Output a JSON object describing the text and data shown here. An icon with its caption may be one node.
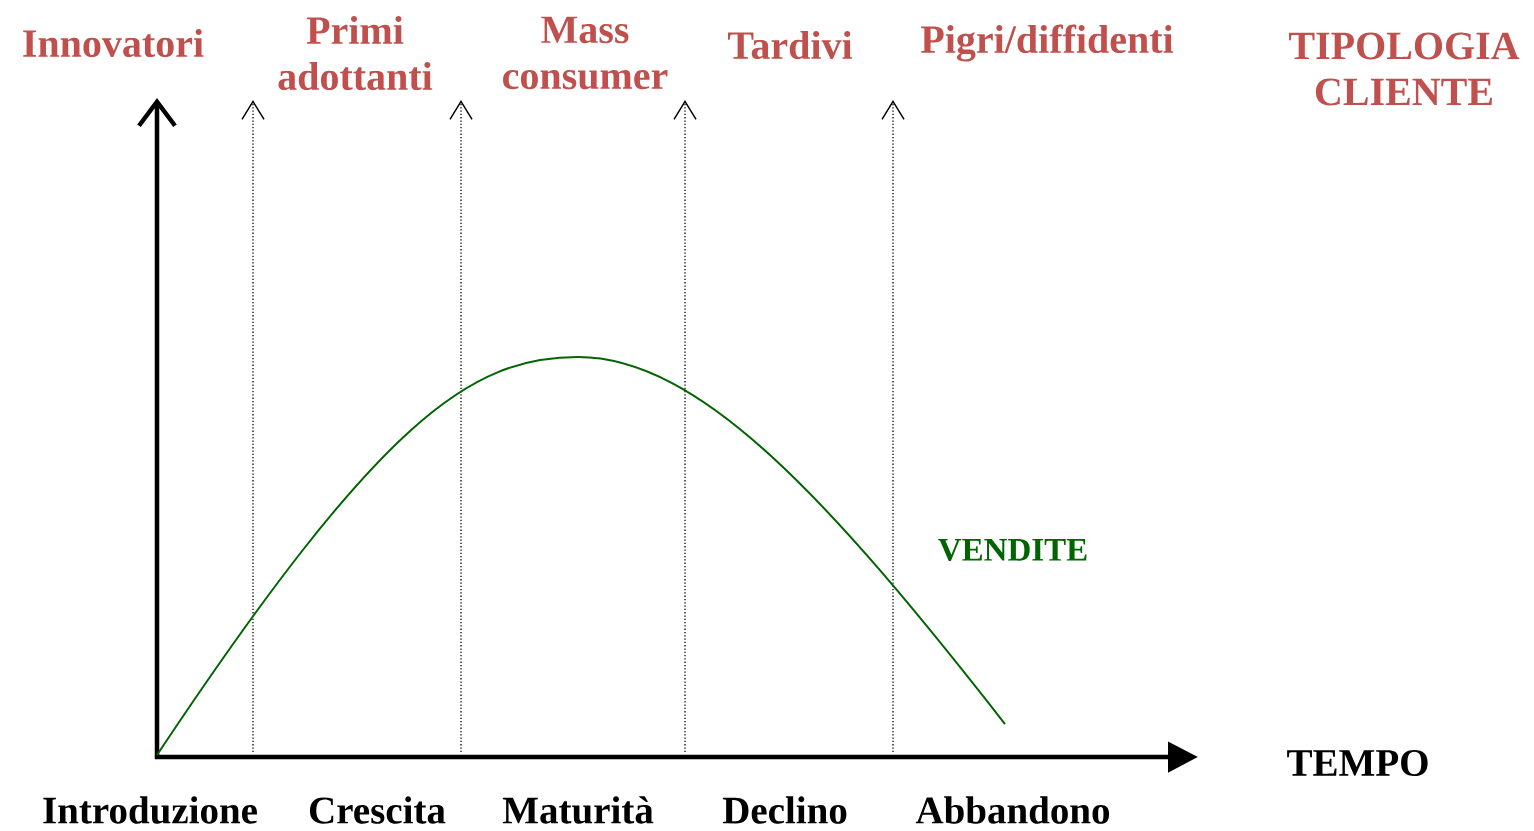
{
  "diagram": {
    "labels": [
      "Innovatori",
      "Primi adottanti",
      "Mass consumer",
      "Tardivi",
      "Pigri/diffidenti",
      "TIPOLOGIA CLIENTE",
      "VENDITE",
      "TEMPO",
      "Introduzione",
      "Crescita",
      "Maturità",
      "Declino",
      "Abbandono"
    ]
  }
}
